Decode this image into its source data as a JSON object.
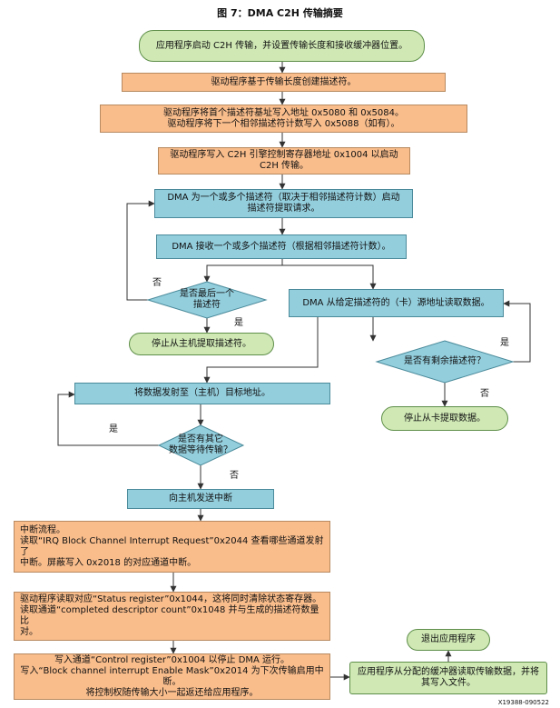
{
  "title": "图 7：DMA C2H 传输摘要",
  "figure_id": "X19388-090522",
  "nodes": {
    "start": "应用程序启动 C2H 传输，并设置传输长度和接收缓冲器位置。",
    "create_desc": "驱动程序基于传输长度创建描述符。",
    "write_addr": "驱动程序将首个描述符基址写入地址 0x5080 和 0x5084。\n驱动程序将下一个相邻描述符计数写入 0x5088（如有）。",
    "write_ctrl": "驱动程序写入 C2H 引擎控制寄存器地址 0x1004 以启动\nC2H 传输。",
    "dma_fetch": "DMA 为一个或多个描述符（取决于相邻描述符计数）启动\n描述符提取请求。",
    "dma_receive": "DMA 接收一个或多个描述符（根据相邻描述符计数）。",
    "last_desc": "是否最后一个\n描述符",
    "stop_fetch": "停止从主机提取描述符。",
    "dma_read": "DMA 从给定描述符的（卡）源地址读取数据。",
    "remaining": "是否有剩余描述符？",
    "stop_card": "停止从卡提取数据。",
    "send_data": "将数据发射至（主机）目标地址。",
    "more_data": "是否有其它\n数据等待传输？",
    "send_irq": "向主机发送中断",
    "irq_flow": "中断流程。\n读取“IRQ Block Channel Interrupt Request”0x2044 查看哪些通道发射了\n中断。屏蔽写入 0x2018 的对应通道中断。",
    "read_status": "驱动程序读取对应“Status register”0x1044，这将同时清除状态寄存器。\n读取通道“completed descriptor count”0x1048 并与生成的描述符数量比\n对。",
    "write_ctrl2": "写入通道“Control register”0x1004 以停止 DMA 运行。\n写入“Block channel interrupt Enable Mask”0x2014 为下次传输启用中断。\n将控制权随传输大小一起返还给应用程序。",
    "app_read": "应用程序从分配的缓冲器读取传输数据，并将\n其写入文件。",
    "exit_app": "退出应用程序"
  },
  "edge_labels": {
    "no1": "否",
    "yes1": "是",
    "yes2": "是",
    "no2": "否",
    "yes3": "是",
    "no3": "否"
  },
  "colors": {
    "orange": "#f9bd8c",
    "blue": "#93cedd",
    "green": "#cfe8b4",
    "line": "#333333"
  }
}
